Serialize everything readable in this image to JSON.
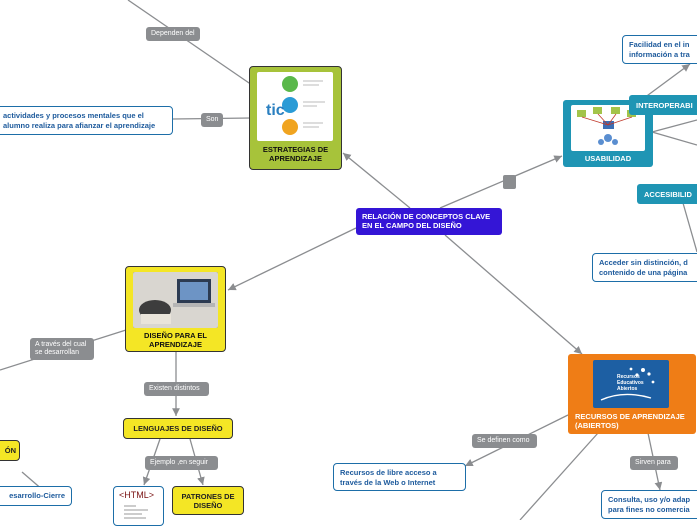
{
  "central": "RELACIÓN DE CONCEPTOS CLAVE EN EL CAMPO DEL DISEÑO",
  "strategies": {
    "title": "ESTRATEGIAS DE APRENDIZAJE",
    "depend_label": "Dependen del",
    "son_label": "Son",
    "definition": "actividades y procesos mentales que el alumno realiza para afianzar el aprendizaje"
  },
  "usability": {
    "title": "USABILIDAD",
    "interoperability": "INTEROPERABI",
    "interop_note": "Facilidad en el in información a tra",
    "accessibility": "ACCESIBILID",
    "access_note": "Acceder sin distinción, d contenido de una página"
  },
  "design": {
    "title": "DISEÑO PARA EL APRENDIZAJE",
    "through_label": "A través del cual se desarrollan",
    "exist_label": "Existen distintos",
    "languages": "LENGUAJES DE DISEÑO",
    "example_label": "Ejemplo ,en seguir",
    "patterns": "PATRONES DE DISEÑO",
    "html_badge": "<HTML>",
    "left_cut": "ÓN",
    "sequence": "esarrollo-Cierre"
  },
  "resources": {
    "title": "RECURSOS DE APRENDIZAJE (ABIERTOS)",
    "logo_text": "Recursos Educativos Abiertos",
    "defined_label": "Se definen como",
    "definition": "Recursos de libre acceso a través de la Web o Internet",
    "serve_label": "Sirven para",
    "purpose": "Consulta, uso y/o adap para fines no comercia"
  }
}
